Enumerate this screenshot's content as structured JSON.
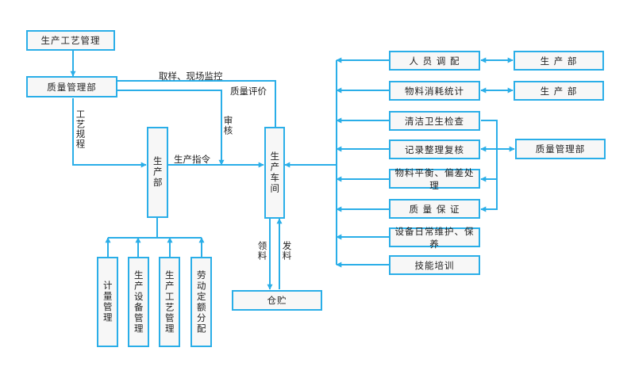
{
  "boxes": {
    "process_mgmt": "生产工艺管理",
    "quality_dept": "质量管理部",
    "production_dept": "生产部",
    "workshop": "生产车间",
    "warehouse": "仓贮",
    "metering": "计量管理",
    "equipment": "生产设备管理",
    "process": "生产工艺管理",
    "labor": "劳动定额分配",
    "staffing": "人 员 调 配",
    "material_stats": "物料消耗统计",
    "cleaning": "清洁卫生检查",
    "records": "记录整理复核",
    "material_balance": "物料平衡、偏差处理",
    "qa": "质 量 保 证",
    "maintenance": "设备日常维护、保养",
    "training": "技能培训",
    "prod_dept_1": "生 产 部",
    "prod_dept_2": "生 产 部",
    "quality_dept_2": "质量管理部"
  },
  "labels": {
    "sampling": "取样、现场监控",
    "quality_eval": "质量评价",
    "audit": "审核",
    "process_rules": "工艺规程",
    "production_order": "生产指令",
    "receive": "领料",
    "issue": "发料"
  },
  "colors": {
    "accent": "#2aaee8",
    "box_fill": "#f7f7f7"
  }
}
